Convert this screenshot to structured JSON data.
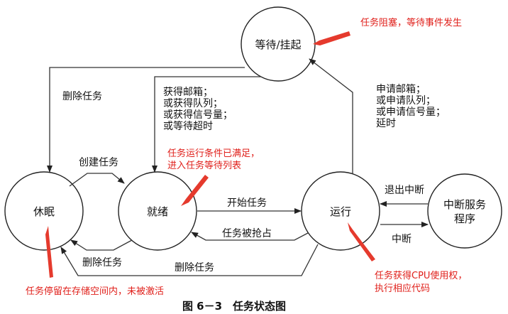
{
  "diagram": {
    "caption": "图 6－3　任务状态图",
    "states": {
      "waiting": "等待/挂起",
      "dormant": "休眠",
      "ready": "就绪",
      "running": "运行",
      "isr_line1": "中断服务",
      "isr_line2": "程序"
    },
    "edges": {
      "delete_top": "删除任务",
      "create": "创建任务",
      "delete_ready": "删除任务",
      "delete_running": "删除任务",
      "start": "开始任务",
      "preempt": "任务被抢占",
      "exit_isr": "退出中断",
      "interrupt": "中断",
      "wait_to_ready": [
        "获得邮箱；",
        "或获得队列；",
        "或获得信号量；",
        "或等待超时"
      ],
      "running_to_wait": [
        "申请邮箱；",
        "或申请队列；",
        "或申请信号量；",
        "延时"
      ]
    },
    "notes": {
      "waiting": "任务阻塞，等待事件发生",
      "ready": [
        "任务运行条件已满足，",
        "进入任务等待列表"
      ],
      "dormant": "任务停留在存储空间内，未被激活",
      "running": [
        "任务获得CPU使用权，",
        "执行相应代码"
      ]
    },
    "colors": {
      "annotation": "#e0201b",
      "arrow": "#e53a2d"
    }
  }
}
